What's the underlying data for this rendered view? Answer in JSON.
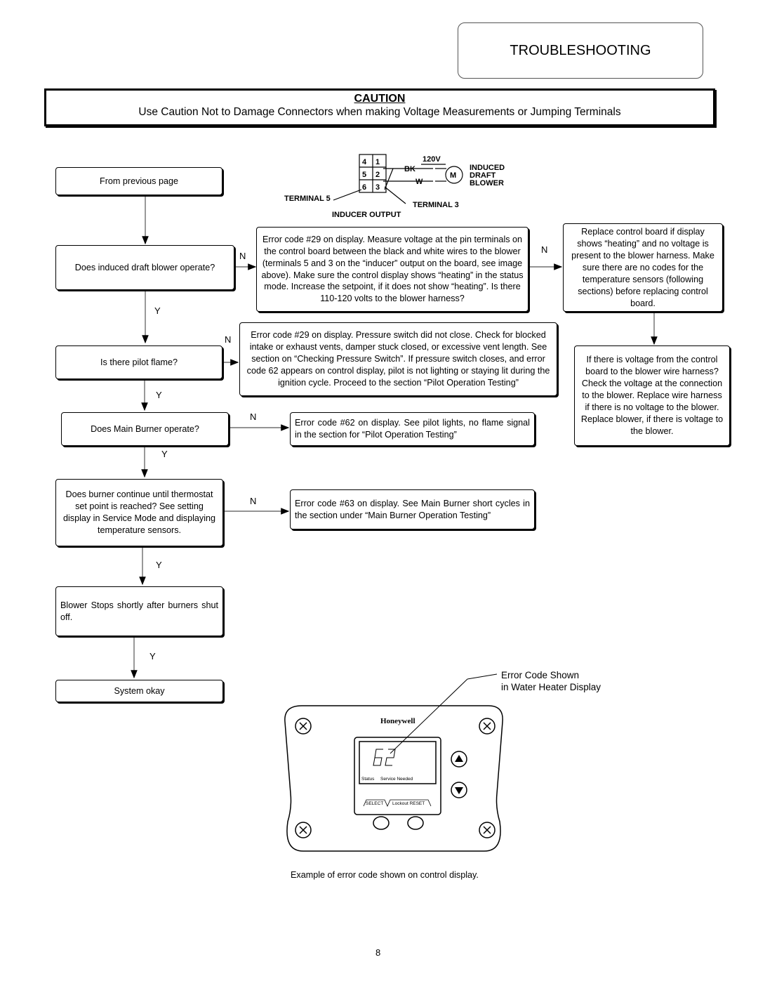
{
  "header": {
    "title": "TROUBLESHOOTING"
  },
  "caution": {
    "title": "CAUTION",
    "text": "Use Caution Not to Damage Connectors when making Voltage Measurements or Jumping Terminals"
  },
  "wiring": {
    "pins": [
      "4",
      "1",
      "5",
      "2",
      "6",
      "3"
    ],
    "voltage": "120V",
    "wire_black": "BK",
    "wire_white": "W",
    "motor": "M",
    "blower_label": [
      "INDUCED",
      "DRAFT",
      "BLOWER"
    ],
    "terminal5": "TERMINAL 5",
    "terminal3": "TERMINAL 3",
    "caption": "INDUCER OUTPUT"
  },
  "flow": {
    "start": "From previous page",
    "q1": "Does induced draft blower operate?",
    "q1_no": "Error code #29 on display. Measure voltage at the pin terminals on the control board between the black and white wires to the blower (terminals 5 and 3 on the “inducer” output on the board, see image above).  Make sure the control display shows “heating” in the status mode. Increase the setpoint, if it does not show “heating”.  Is there 110-120 volts to the blower harness?",
    "replace_board": "Replace control board if display shows “heating” and no voltage is present to the blower harness. Make sure there are no codes for the temperature sensors (following sections) before replacing control board.",
    "voltage_check": "If there is voltage from the control board to the blower wire harness? Check the voltage at the connection to the blower. Replace wire harness if there is no voltage to the blower. Replace blower, if there is voltage to the blower.",
    "q2": "Is there pilot flame?",
    "q2_no": "Error code #29 on display.  Pressure switch did not close.  Check for blocked intake or exhaust vents, damper stuck closed, or excessive vent length.  See section on “Checking Pressure Switch”.  If pressure switch closes, and error code 62 appears on control display, pilot is not lighting or staying lit during the ignition cycle.  Proceed to the section “Pilot Operation Testing”",
    "q3": "Does Main Burner operate?",
    "q3_no": "Error code #62 on display.  See pilot lights, no flame signal in the section for “Pilot Operation Testing”",
    "q4": "Does burner continue until thermostat set point is reached? See setting display in Service Mode and displaying temperature sensors.",
    "q4_no": "Error code #63 on display.  See Main Burner short cycles in the section under “Main Burner Operation Testing”",
    "q5": "Blower Stops shortly after burners shut off.",
    "end": "System okay",
    "yes": "Y",
    "no": "N"
  },
  "display": {
    "brand": "Honeywell",
    "code": "62",
    "status_label": "Status",
    "service_label": "Service Needed",
    "select_label": "SELECT",
    "lockout_label": "Lockout RESET",
    "callout_line1": "Error Code Shown",
    "callout_line2": "in Water Heater Display",
    "caption": "Example of error code shown on control display."
  },
  "footer": {
    "page_number": "8"
  }
}
